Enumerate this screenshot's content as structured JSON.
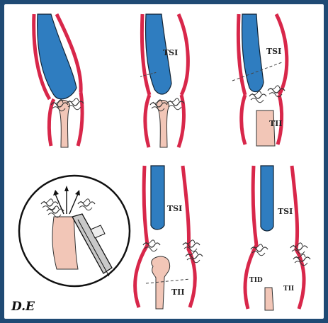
{
  "labels": {
    "panel2": "TSI",
    "panel3_top": "TSI",
    "panel3_bottom": "TII",
    "panel5_top": "TSI",
    "panel5_bottom": "TII",
    "panel6_top": "TSI",
    "panel6_left": "TID",
    "panel6_right": "TII"
  },
  "signature": "D.E",
  "colors": {
    "frame": "#1f4a74",
    "vein": "#2f7dc0",
    "artery": "#d8274a",
    "tissue": "#f2c6b7",
    "ink": "#222222"
  },
  "icons": [
    "forceps-icon",
    "arrow-up-icon"
  ]
}
